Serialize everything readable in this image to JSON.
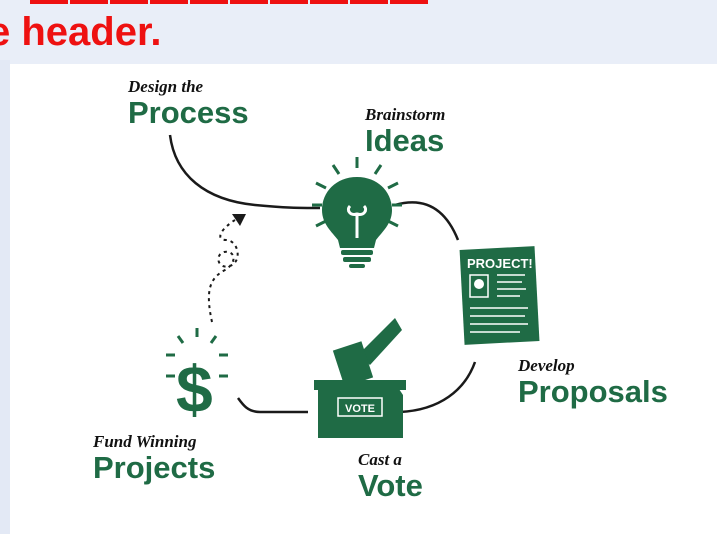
{
  "slide": {
    "header_text": "e header."
  },
  "diagram": {
    "stages": [
      {
        "id": "design",
        "small": "Design the",
        "big": "Process"
      },
      {
        "id": "brainstorm",
        "small": "Brainstorm",
        "big": "Ideas"
      },
      {
        "id": "develop",
        "small": "Develop",
        "big": "Proposals"
      },
      {
        "id": "vote",
        "small": "Cast a",
        "big": "Vote"
      },
      {
        "id": "fund",
        "small": "Fund Winning",
        "big": "Projects"
      }
    ],
    "poster_title": "PROJECT!",
    "ballot_label": "VOTE",
    "icon_color": "#1f6b45",
    "line_color": "#1a1a1a"
  }
}
